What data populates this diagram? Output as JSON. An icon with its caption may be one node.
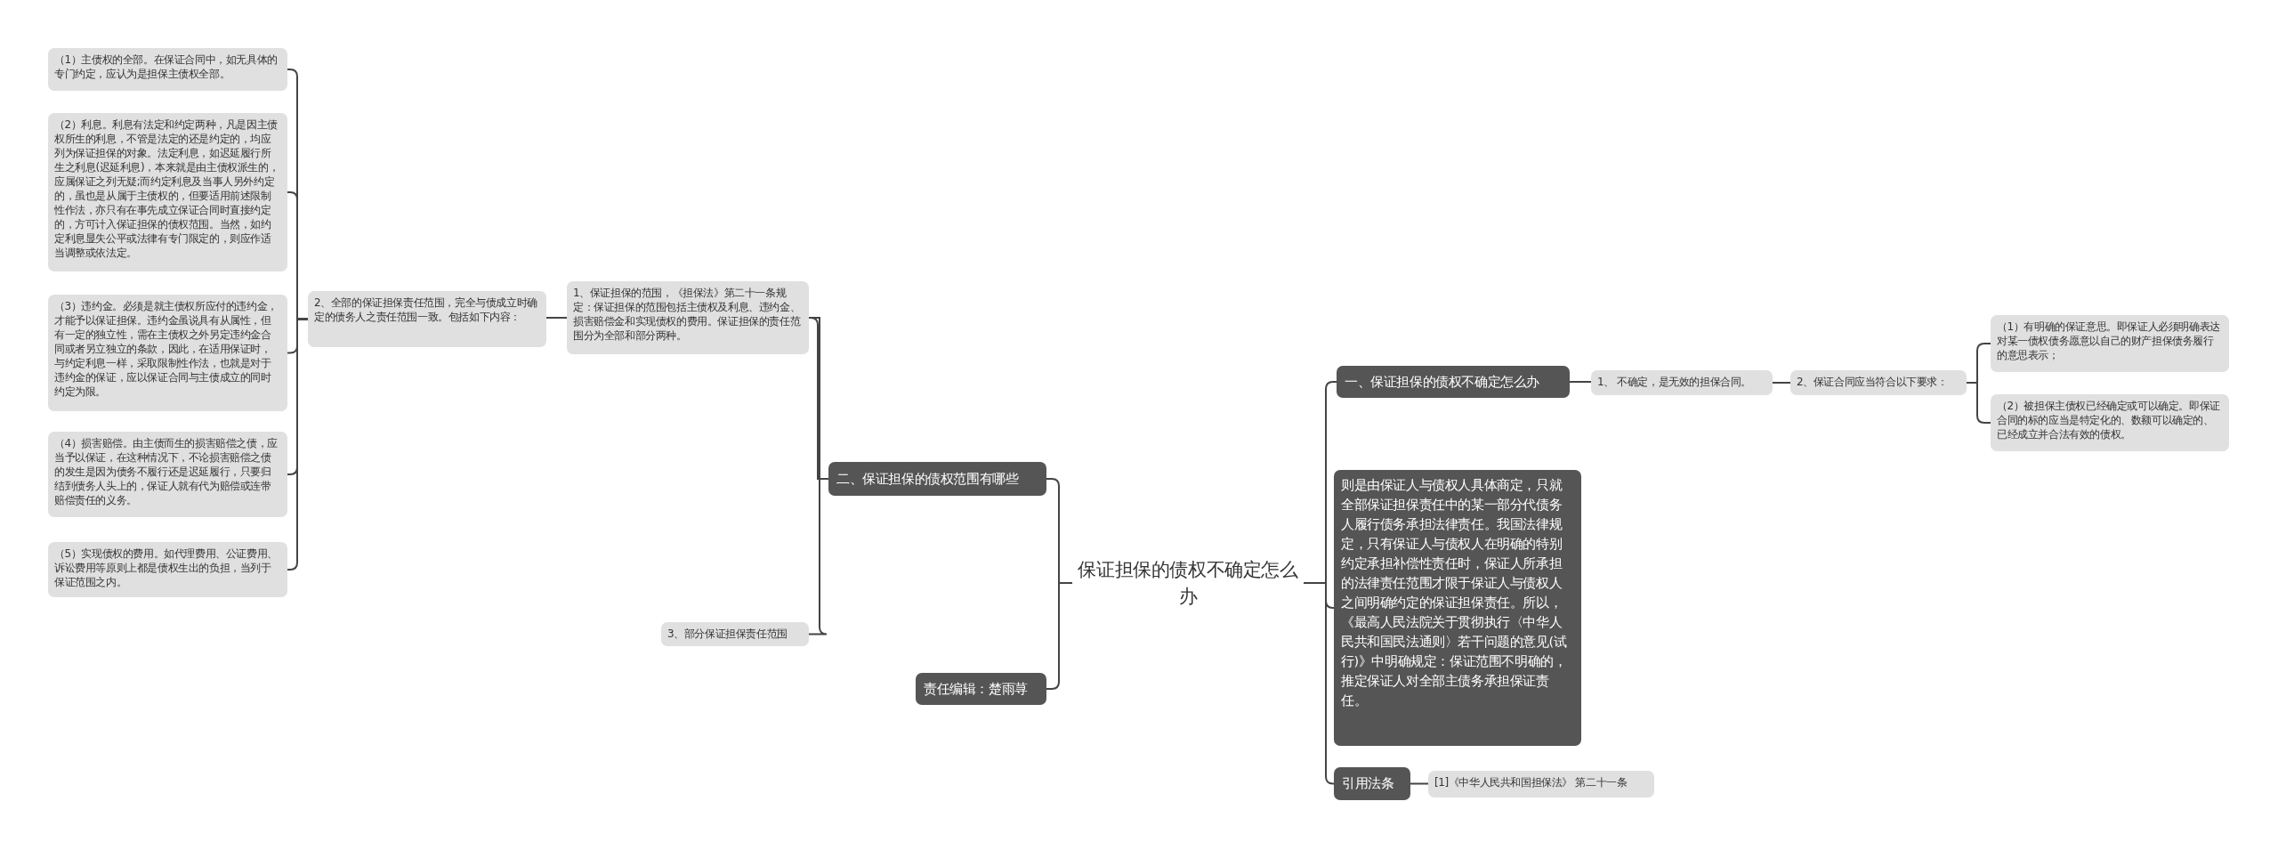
{
  "diagram": {
    "nodes": [
      {
        "text": [
          "保证担保的债权不确定怎么办"
        ]
      },
      {
        "text": [
          "二、保证担保的债权范围有哪些"
        ]
      },
      {
        "text": [
          "1、保证担保的范围，《担保法》第二十一条规定：保证担保的范围包括主债权及利息、违约金、损害赔偿金和实现债权的费用。保证担保的责任范围分为全部和部分两种。"
        ]
      },
      {
        "text": [
          "2、全部的保证担保责任范围，完全与债成立时确定的债务人之责任范围一致。包括如下内容："
        ]
      },
      {
        "text": [
          "（1）主债权的全部。在保证合同中，如无具体的专门约定，应认为是担保主债权全部。"
        ]
      },
      {
        "text": [
          "（2）利息。利息有法定和约定两种，凡是因主债权所生的利息，不管是法定的还是约定的，均应列为保证担保的对象。法定利息，如迟延履行所生之利息(迟延利息)，本来就是由主债权派生的，应属保证之列无疑;而约定利息及当事人另外约定的，虽也是从属于主债权的，但要适用前述限制性作法，亦只有在事先成立保证合同时直接约定的，方可计入保证担保的债权范围。当然，如约定利息显失公平或法律有专门限定的，则应作适当调整或依法定。"
        ]
      },
      {
        "text": [
          "（3）违约金。必须是就主债权所应付的违约金，才能予以保证担保。违约金虽说具有从属性，但有一定的独立性，需在主债权之外另定违约金合同或者另立独立的条款，因此，在适用保证时，与约定利息一样，采取限制性作法，也就是对于违约金的保证，应以保证合同与主债成立的同时约定为限。"
        ]
      },
      {
        "text": [
          "（4）损害赔偿。由主债而生的损害赔偿之债，应当予以保证，在这种情况下，不论损害赔偿之债的发生是因为债务不履行还是迟延履行，只要归结到债务人头上的，保证人就有代为赔偿或连带赔偿责任的义务。"
        ]
      },
      {
        "text": [
          "（5）实现债权的费用。如代理费用、公证费用、诉讼费用等原则上都是债权生出的负担，当列于保证范围之内。"
        ]
      },
      {
        "text": [
          "3、部分保证担保责任范围"
        ]
      },
      {
        "text": [
          "责任编辑：楚雨荨"
        ]
      },
      {
        "text": [
          "一、保证担保的债权不确定怎么办"
        ]
      },
      {
        "text": [
          "1、 不确定，是无效的担保合同。"
        ]
      },
      {
        "text": [
          "2、保证合同应当符合以下要求："
        ]
      },
      {
        "text": [
          "（1）有明确的保证意思。即保证人必须明确表达对某一债权债务愿意以自己的财产担保债务履行的意思表示；"
        ]
      },
      {
        "text": [
          "（2）被担保主债权已经确定或可以确定。即保证合同的标的应当是特定化的、数额可以确定的、已经成立并合法有效的债权。"
        ]
      },
      {
        "text": [
          "则是由保证人与债权人具体商定，只就全部保证担保责任中的某一部分代债务人履行债务承担法律责任。我国法律规定，只有保证人与债权人在明确的特别约定承担补偿性责任时，保证人所承担的法律责任范围才限于保证人与债权人之间明确约定的保证担保责任。所以，《最高人民法院关于贯彻执行〈中华人民共和国民法通则〉若干问题的意见(试行)》中明确规定：保证范围不明确的，推定保证人对全部主债务承担保证责任。"
        ]
      },
      {
        "text": [
          "引用法条"
        ]
      },
      {
        "text": [
          "[1]《中华人民共和国担保法》 第二十一条"
        ]
      }
    ],
    "edges": [
      {
        "from": 0,
        "to": 1,
        "arrow": "none"
      },
      {
        "from": 1,
        "to": 2,
        "arrow": "none"
      },
      {
        "from": 2,
        "to": 3,
        "arrow": "none"
      },
      {
        "from": 3,
        "to": 4,
        "arrow": "none"
      },
      {
        "from": 3,
        "to": 5,
        "arrow": "none"
      },
      {
        "from": 3,
        "to": 6,
        "arrow": "none"
      },
      {
        "from": 3,
        "to": 7,
        "arrow": "none"
      },
      {
        "from": 3,
        "to": 8,
        "arrow": "none"
      },
      {
        "from": 2,
        "to": 9,
        "arrow": "none"
      },
      {
        "from": 0,
        "to": 10,
        "arrow": "none"
      },
      {
        "from": 0,
        "to": 11,
        "arrow": "none"
      },
      {
        "from": 11,
        "to": 12,
        "arrow": "none"
      },
      {
        "from": 12,
        "to": 13,
        "arrow": "none"
      },
      {
        "from": 13,
        "to": 14,
        "arrow": "none"
      },
      {
        "from": 13,
        "to": 15,
        "arrow": "none"
      },
      {
        "from": 0,
        "to": 16,
        "arrow": "none"
      },
      {
        "from": 0,
        "to": 17,
        "arrow": "none"
      },
      {
        "from": 17,
        "to": 18,
        "arrow": "none"
      }
    ]
  }
}
